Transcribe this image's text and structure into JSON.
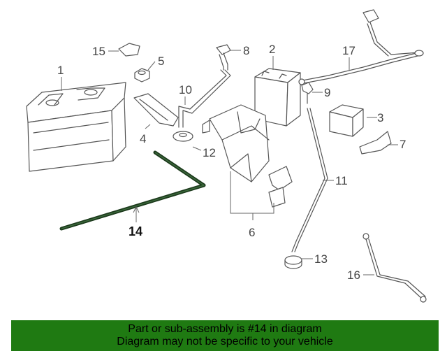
{
  "diagram": {
    "callouts": [
      {
        "id": "1",
        "text": "1"
      },
      {
        "id": "2",
        "text": "2"
      },
      {
        "id": "3",
        "text": "3"
      },
      {
        "id": "4",
        "text": "4"
      },
      {
        "id": "5",
        "text": "5"
      },
      {
        "id": "6",
        "text": "6"
      },
      {
        "id": "7",
        "text": "7"
      },
      {
        "id": "8",
        "text": "8"
      },
      {
        "id": "9",
        "text": "9"
      },
      {
        "id": "10",
        "text": "10"
      },
      {
        "id": "11",
        "text": "11"
      },
      {
        "id": "12",
        "text": "12"
      },
      {
        "id": "13",
        "text": "13"
      },
      {
        "id": "14",
        "text": "14"
      },
      {
        "id": "15",
        "text": "15"
      },
      {
        "id": "16",
        "text": "16"
      },
      {
        "id": "17",
        "text": "17"
      }
    ],
    "highlight_color": "#1c3a1c"
  },
  "banner": {
    "line1": "Part or sub-assembly is #14 in diagram",
    "line2": "Diagram may not be specific to your vehicle",
    "background": "#1f7a12"
  }
}
